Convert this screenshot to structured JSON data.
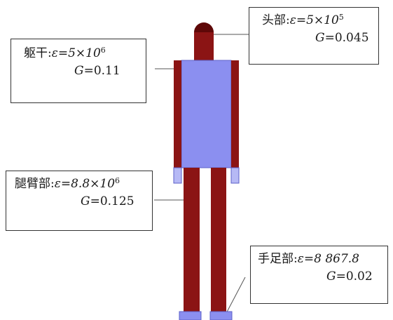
{
  "labels": {
    "head": {
      "name": "头部",
      "epsilon_prefix": "ε=5×10",
      "epsilon_exp": "5",
      "g_value": "=0.045"
    },
    "torso": {
      "name": "躯干",
      "epsilon_prefix": "ε=5×10",
      "epsilon_exp": "6",
      "g_value": "=0.11"
    },
    "legs": {
      "name": "腿臂部",
      "epsilon_prefix": "ε=8.8×10",
      "epsilon_exp": "6",
      "g_value": "=0.125"
    },
    "hands": {
      "name": "手足部",
      "epsilon_prefix": "ε=8 867.8",
      "epsilon_exp": "",
      "g_value": "=0.02"
    }
  },
  "symbols": {
    "separator": ":",
    "g": "G"
  },
  "colors": {
    "limb": "#8b1414",
    "limb_dark": "#5e0808",
    "torso": "#8b8ff0",
    "torso_edge": "#5c60c8",
    "feet": "#8b8ff0",
    "leader": "#555555"
  }
}
